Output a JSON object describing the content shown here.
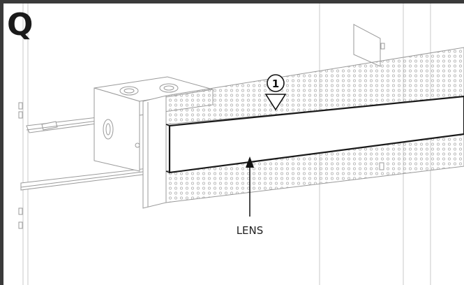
{
  "step": {
    "letter": "Q"
  },
  "callout": {
    "number": "1"
  },
  "labels": {
    "lens": "LENS"
  },
  "colors": {
    "line": "#9a9a9a",
    "dark": "#1a1a1a",
    "frame": "#3a3a3a"
  }
}
